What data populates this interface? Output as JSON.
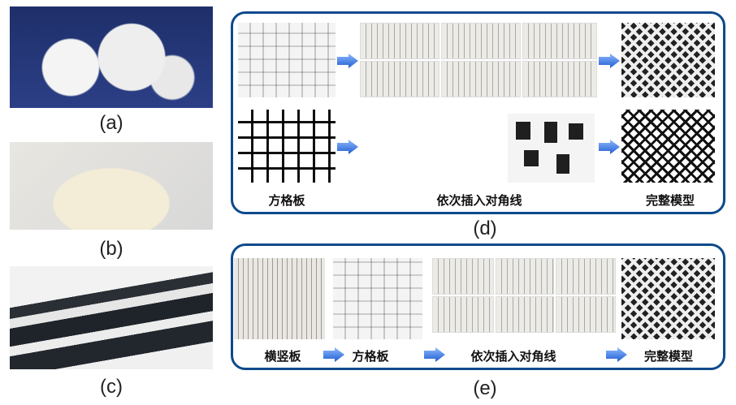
{
  "panels": {
    "a": {
      "caption": "(a)"
    },
    "b": {
      "caption": "(b)"
    },
    "c": {
      "caption": "(c)"
    },
    "d": {
      "caption": "(d)",
      "steps": [
        "方格板",
        "依次插入对角线",
        "完整模型"
      ]
    },
    "e": {
      "caption": "(e)",
      "steps": [
        "横竖板",
        "方格板",
        "依次插入对角线",
        "完整模型"
      ]
    }
  },
  "colors": {
    "frame": "#0d4a8c",
    "arrow": "#3a7be0"
  }
}
